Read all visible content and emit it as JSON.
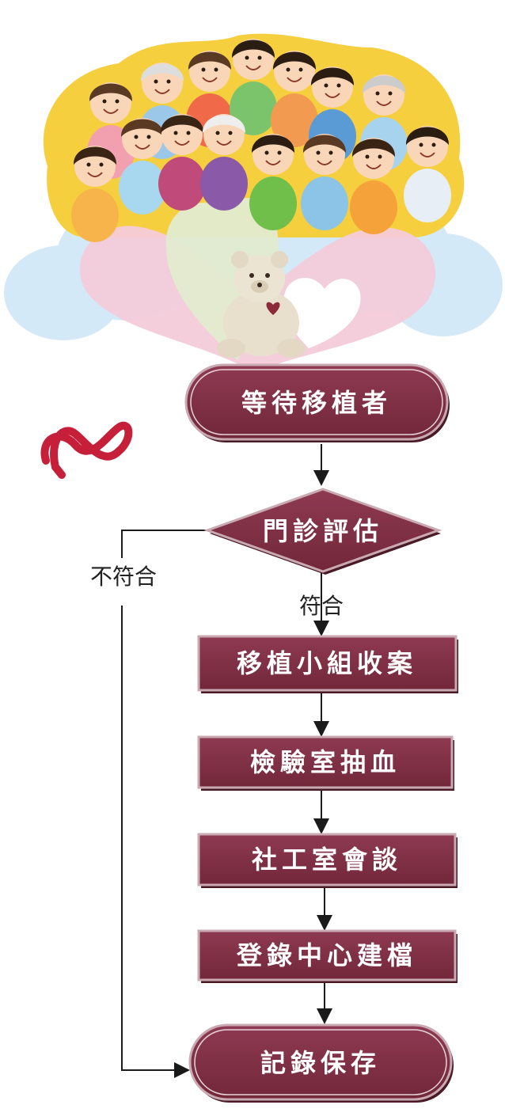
{
  "colors": {
    "box_fill": "#7e2f44",
    "box_border": "#c9a9b2",
    "box_shadow": "#4a1a26",
    "arrow": "#1a1a1a",
    "cloud_blue": "#cfe6f5",
    "heart_pink": "#f4cfdc",
    "heart_green": "#e3ecd2",
    "sun_yellow": "#f8d24a",
    "infinity_red": "#c61f3a"
  },
  "illustration": {
    "icons": [
      "family-crowd-icon",
      "teddy-bear-icon",
      "heart-icon",
      "cloud-icon",
      "infinity-ribbon-icon"
    ]
  },
  "flow": {
    "start": "等待移植者",
    "decision": "門診評估",
    "yes_label": "符合",
    "no_label": "不符合",
    "steps": [
      "移植小組收案",
      "檢驗室抽血",
      "社工室會談",
      "登錄中心建檔"
    ],
    "end": "記錄保存"
  }
}
